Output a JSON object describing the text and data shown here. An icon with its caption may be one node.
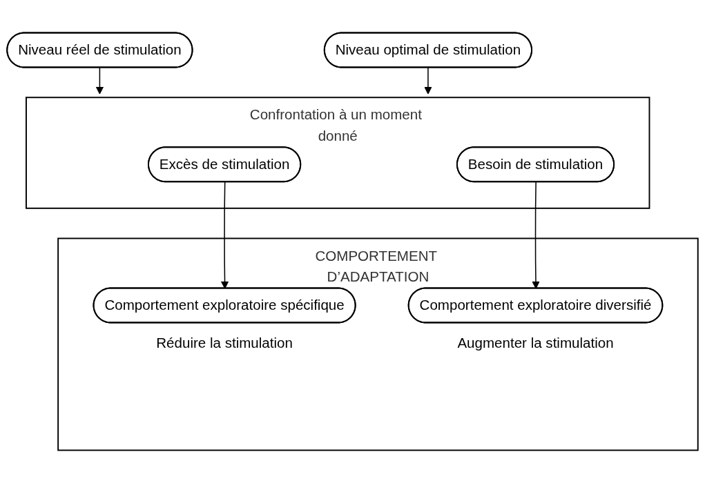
{
  "diagram": {
    "nodes": [
      {
        "text": [
          "Niveau réel de stimulation"
        ]
      },
      {
        "text": [
          "Niveau optimal de stimulation"
        ]
      },
      {
        "text": [
          "Confrontation à un moment donné"
        ]
      },
      {
        "text": [
          "Excès de stimulation"
        ],
        "in": 2
      },
      {
        "text": [
          "Besoin de stimulation"
        ],
        "in": 2
      },
      {
        "text": [
          "COMPORTEMENT D’ADAPTATION"
        ]
      },
      {
        "text": [
          "Comportement exploratoire spécifique"
        ],
        "in": 5,
        "beside": [
          "Réduire la stimulation"
        ]
      },
      {
        "text": [
          "Comportement exploratoire diversifié"
        ],
        "in": 5,
        "beside": [
          "Augmenter la stimulation"
        ]
      }
    ],
    "edges": [
      {
        "from": 0,
        "to": 2,
        "arrow": "to"
      },
      {
        "from": 1,
        "to": 2,
        "arrow": "to"
      },
      {
        "from": 3,
        "to": 6,
        "arrow": "to"
      },
      {
        "from": 4,
        "to": 7,
        "arrow": "to"
      }
    ]
  }
}
